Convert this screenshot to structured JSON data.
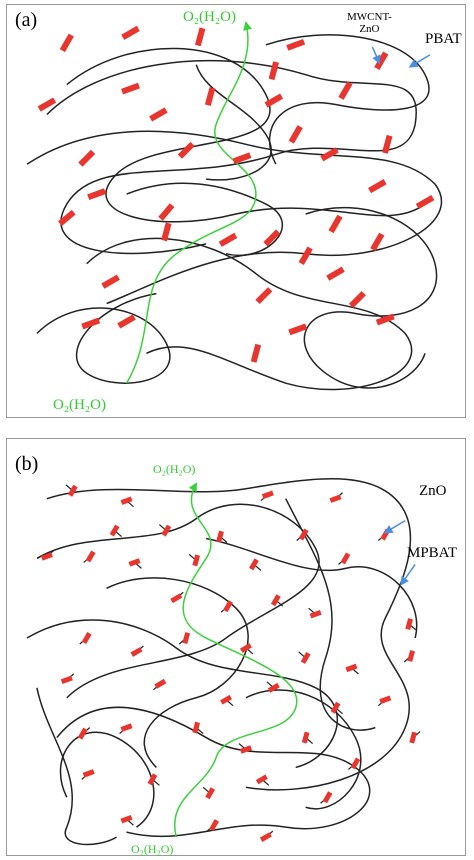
{
  "panel_a": {
    "label": "(a)",
    "gas_top": "O₂(H₂O)",
    "gas_bottom": "O₂(H₂O)",
    "filler": "MWCNT-\nZnO",
    "polymer": "PBAT"
  },
  "panel_b": {
    "label": "(b)",
    "gas_top": "O₂(H₂O)",
    "gas_bottom": "O₂(H₂O)",
    "filler": "ZnO",
    "polymer": "MPBAT"
  },
  "colors": {
    "particle": "#e8352e",
    "gas_path": "#3ad13a",
    "chain": "#222222",
    "arrow": "#4a90e2",
    "border": "#9a9a9a"
  }
}
